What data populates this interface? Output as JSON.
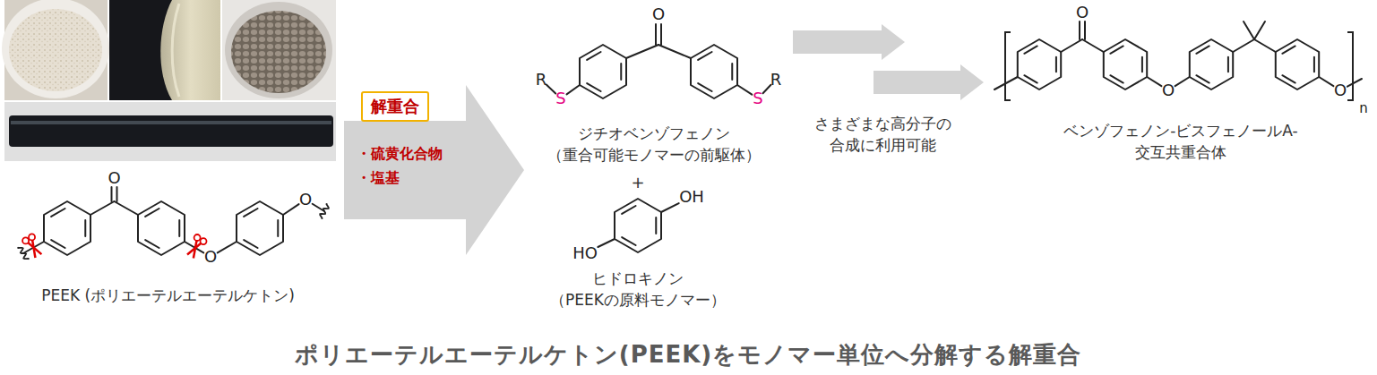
{
  "diagram": {
    "title": "ポリエーテルエーテルケトン(PEEK)をモノマー単位へ分解する解重合",
    "nodes": [
      {
        "text": [
          "PEEK (ポリエーテルエーテルケトン)"
        ]
      },
      {
        "text": [
          "解重合"
        ]
      },
      {
        "text": [
          "ジチオベンゾフェノン",
          "（重合可能モノマーの前駆体）"
        ]
      },
      {
        "text": [
          "ヒドロキノン",
          "（PEEKの原料モノマー）"
        ]
      },
      {
        "text": [
          "ベンゾフェノン-ビスフェノールA- 交互共重合体"
        ]
      }
    ],
    "edges": [
      {
        "from": 0,
        "to": 2,
        "arrow": "to"
      },
      {
        "from": 2,
        "to": 4,
        "arrow": "to"
      }
    ],
    "labels": [
      "O",
      "O",
      "O",
      "・硫黄化合物",
      "・塩基",
      "R",
      "S",
      "O",
      "S",
      "R",
      "+",
      "OH",
      "HO",
      "さまざまな高分子の 合成に利用可能",
      "O",
      "O",
      "O",
      "n"
    ]
  }
}
